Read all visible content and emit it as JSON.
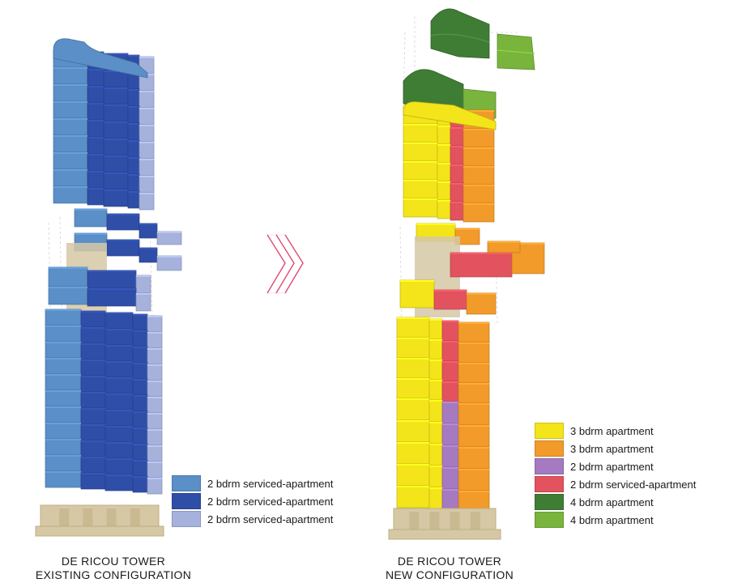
{
  "colors": {
    "podium": "#d6c8a4",
    "podium_dark": "#bfae84",
    "outline": "#d4d4d4",
    "arrow": "#e04a72"
  },
  "existing": {
    "caption_line1": "DE RICOU TOWER",
    "caption_line2": "EXISTING CONFIGURATION",
    "legend": [
      {
        "label": "2 bdrm serviced-apartment",
        "color": "#5a8fc8"
      },
      {
        "label": "2 bdrm serviced-apartment",
        "color": "#2f4ea8"
      },
      {
        "label": "2 bdrm serviced-apartment",
        "color": "#a6b2dc"
      }
    ]
  },
  "transition_icon": "chevron-arrows-icon",
  "new": {
    "caption_line1": "DE RICOU TOWER",
    "caption_line2": "NEW CONFIGURATION",
    "legend": [
      {
        "label": "3 bdrm apartment",
        "color": "#f4e41a"
      },
      {
        "label": "3 bdrm apartment",
        "color": "#f29a2a"
      },
      {
        "label": "2 bdrm apartment",
        "color": "#a57ac0"
      },
      {
        "label": "2 bdrm serviced-apartment",
        "color": "#e2525f"
      },
      {
        "label": "4 bdrm apartment",
        "color": "#3f7d35"
      },
      {
        "label": "4 bdrm apartment",
        "color": "#79b43c"
      }
    ]
  }
}
